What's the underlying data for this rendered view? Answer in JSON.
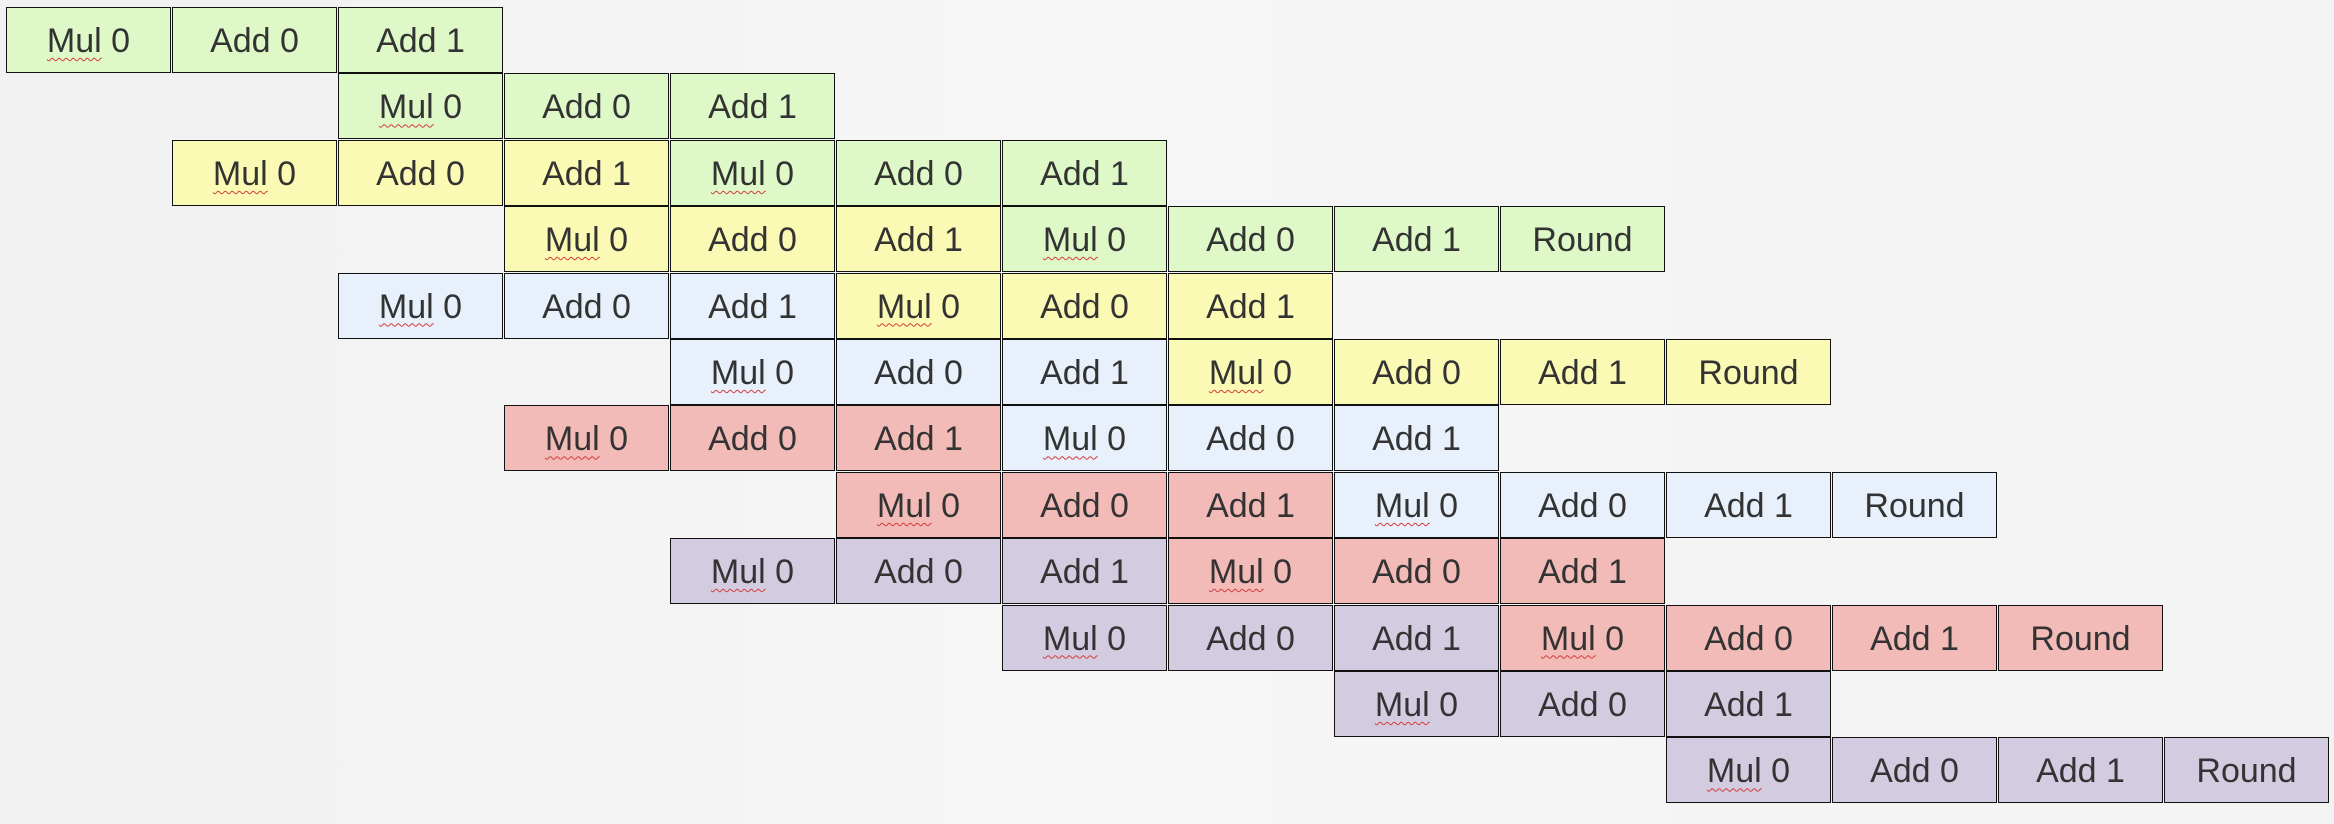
{
  "colors": {
    "green": "#dff8c8",
    "yellow": "#fafab4",
    "blue": "#e8f0fb",
    "red": "#f2bbb8",
    "purple": "#d3cbe0",
    "border": "#111111",
    "text": "#333333"
  },
  "rows": [
    {
      "start": 0,
      "cells": [
        {
          "label": "Mul 0",
          "color": "green"
        },
        {
          "label": "Add 0",
          "color": "green"
        },
        {
          "label": "Add 1",
          "color": "green"
        }
      ]
    },
    {
      "start": 2,
      "cells": [
        {
          "label": "Mul 0",
          "color": "green"
        },
        {
          "label": "Add 0",
          "color": "green"
        },
        {
          "label": "Add 1",
          "color": "green"
        }
      ]
    },
    {
      "start": 1,
      "cells": [
        {
          "label": "Mul 0",
          "color": "yellow"
        },
        {
          "label": "Add 0",
          "color": "yellow"
        },
        {
          "label": "Add 1",
          "color": "yellow"
        },
        {
          "label": "Mul 0",
          "color": "green"
        },
        {
          "label": "Add 0",
          "color": "green"
        },
        {
          "label": "Add 1",
          "color": "green"
        }
      ]
    },
    {
      "start": 3,
      "cells": [
        {
          "label": "Mul 0",
          "color": "yellow"
        },
        {
          "label": "Add 0",
          "color": "yellow"
        },
        {
          "label": "Add 1",
          "color": "yellow"
        },
        {
          "label": "Mul 0",
          "color": "green"
        },
        {
          "label": "Add 0",
          "color": "green"
        },
        {
          "label": "Add 1",
          "color": "green"
        },
        {
          "label": "Round",
          "color": "green"
        }
      ]
    },
    {
      "start": 2,
      "cells": [
        {
          "label": "Mul 0",
          "color": "blue"
        },
        {
          "label": "Add 0",
          "color": "blue"
        },
        {
          "label": "Add 1",
          "color": "blue"
        },
        {
          "label": "Mul 0",
          "color": "yellow"
        },
        {
          "label": "Add 0",
          "color": "yellow"
        },
        {
          "label": "Add 1",
          "color": "yellow"
        }
      ]
    },
    {
      "start": 4,
      "cells": [
        {
          "label": "Mul 0",
          "color": "blue"
        },
        {
          "label": "Add 0",
          "color": "blue"
        },
        {
          "label": "Add 1",
          "color": "blue"
        },
        {
          "label": "Mul 0",
          "color": "yellow"
        },
        {
          "label": "Add 0",
          "color": "yellow"
        },
        {
          "label": "Add 1",
          "color": "yellow"
        },
        {
          "label": "Round",
          "color": "yellow"
        }
      ]
    },
    {
      "start": 3,
      "cells": [
        {
          "label": "Mul 0",
          "color": "red"
        },
        {
          "label": "Add 0",
          "color": "red"
        },
        {
          "label": "Add 1",
          "color": "red"
        },
        {
          "label": "Mul 0",
          "color": "blue"
        },
        {
          "label": "Add 0",
          "color": "blue"
        },
        {
          "label": "Add 1",
          "color": "blue"
        }
      ]
    },
    {
      "start": 5,
      "cells": [
        {
          "label": "Mul 0",
          "color": "red"
        },
        {
          "label": "Add 0",
          "color": "red"
        },
        {
          "label": "Add 1",
          "color": "red"
        },
        {
          "label": "Mul 0",
          "color": "blue"
        },
        {
          "label": "Add 0",
          "color": "blue"
        },
        {
          "label": "Add 1",
          "color": "blue"
        },
        {
          "label": "Round",
          "color": "blue"
        }
      ]
    },
    {
      "start": 4,
      "cells": [
        {
          "label": "Mul 0",
          "color": "purple"
        },
        {
          "label": "Add 0",
          "color": "purple"
        },
        {
          "label": "Add 1",
          "color": "purple"
        },
        {
          "label": "Mul 0",
          "color": "red"
        },
        {
          "label": "Add 0",
          "color": "red"
        },
        {
          "label": "Add 1",
          "color": "red"
        }
      ]
    },
    {
      "start": 6,
      "cells": [
        {
          "label": "Mul 0",
          "color": "purple"
        },
        {
          "label": "Add 0",
          "color": "purple"
        },
        {
          "label": "Add 1",
          "color": "purple"
        },
        {
          "label": "Mul 0",
          "color": "red"
        },
        {
          "label": "Add 0",
          "color": "red"
        },
        {
          "label": "Add 1",
          "color": "red"
        },
        {
          "label": "Round",
          "color": "red"
        }
      ]
    },
    {
      "start": 8,
      "cells": [
        {
          "label": "Mul 0",
          "color": "purple"
        },
        {
          "label": "Add 0",
          "color": "purple"
        },
        {
          "label": "Add 1",
          "color": "purple"
        }
      ]
    },
    {
      "start": 10,
      "cells": [
        {
          "label": "Mul 0",
          "color": "purple"
        },
        {
          "label": "Add 0",
          "color": "purple"
        },
        {
          "label": "Add 1",
          "color": "purple"
        },
        {
          "label": "Round",
          "color": "purple"
        }
      ]
    }
  ]
}
